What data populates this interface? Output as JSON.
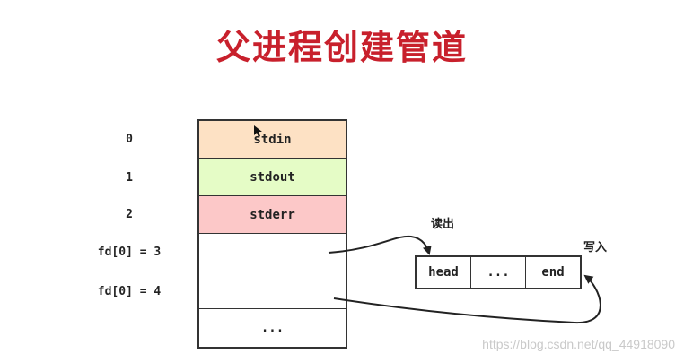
{
  "title": "父进程创建管道",
  "fd_labels": [
    "0",
    "1",
    "2",
    "fd[0] = 3",
    "fd[0] = 4"
  ],
  "fd_cells": [
    {
      "label": "stdin",
      "color": "#fde1c4"
    },
    {
      "label": "stdout",
      "color": "#e5fcc6"
    },
    {
      "label": "stderr",
      "color": "#fcc8c8"
    },
    {
      "label": "",
      "color": "#ffffff"
    },
    {
      "label": "",
      "color": "#ffffff"
    },
    {
      "label": "...",
      "color": "#ffffff"
    }
  ],
  "pipe_cells": [
    "head",
    "...",
    "end"
  ],
  "read_label": "读出",
  "write_label": "写入",
  "watermark": "https://blog.csdn.net/qq_44918090"
}
